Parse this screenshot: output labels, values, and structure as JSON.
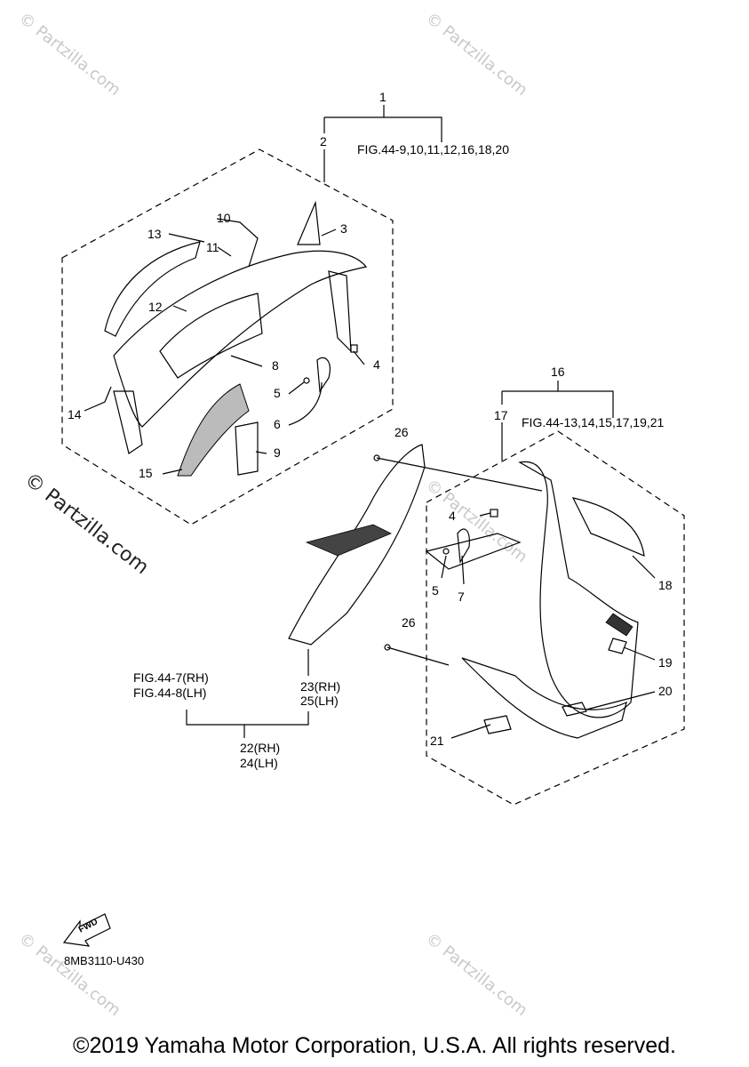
{
  "watermark": {
    "text": "© Partzilla.com",
    "side_text": "© Partzilla.com"
  },
  "callouts": {
    "c1": "1",
    "c2": "2",
    "c3": "3",
    "c4a": "4",
    "c5a": "5",
    "c6": "6",
    "c8": "8",
    "c9": "9",
    "c10": "10",
    "c11": "11",
    "c12": "12",
    "c13": "13",
    "c14": "14",
    "c15": "15",
    "c16": "16",
    "c17": "17",
    "c18": "18",
    "c19": "19",
    "c20": "20",
    "c21": "21",
    "c26a": "26",
    "c26b": "26",
    "c4b": "4",
    "c5b": "5",
    "c7": "7"
  },
  "references": {
    "fig_upper": "FIG.44-9,10,11,12,16,18,20",
    "fig_right": "FIG.44-13,14,15,17,19,21",
    "fig_rh": "FIG.44-7(RH)",
    "fig_lh": "FIG.44-8(LH)",
    "p23": "23(RH)",
    "p25": "25(LH)",
    "p22": "22(RH)",
    "p24": "24(LH)"
  },
  "fwd_label": "FWD",
  "diagram_code": "8MB3110-U430",
  "copyright": "©2019 Yamaha Motor Corporation, U.S.A. All rights reserved."
}
